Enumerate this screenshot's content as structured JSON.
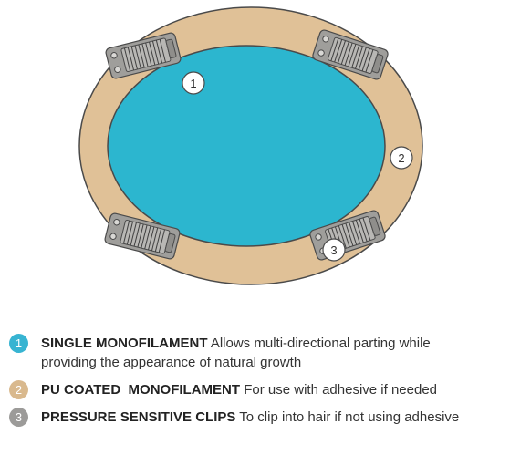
{
  "colors": {
    "base": "#e0c197",
    "base_stroke": "#4a4a4a",
    "mono": "#2cb6cf",
    "clip_fill": "#9f9e9b",
    "clip_teeth": "#c9c8c5",
    "badge_1": "#37b4d2",
    "badge_2": "#d9b98e",
    "badge_3": "#9c9b99"
  },
  "diagram": {
    "markers": [
      {
        "label": "1"
      },
      {
        "label": "2"
      },
      {
        "label": "3"
      }
    ]
  },
  "legend": [
    {
      "number": "1",
      "title": "SINGLE MONOFILAMENT",
      "description_line1": " Allows multi-directional parting while",
      "description_line2": "providing the appearance of natural growth"
    },
    {
      "number": "2",
      "title": "PU COATED  MONOFILAMENT",
      "description_line1": " For use with adhesive if needed"
    },
    {
      "number": "3",
      "title": "PRESSURE SENSITIVE CLIPS",
      "description_line1": " To clip into hair if not using adhesive"
    }
  ]
}
